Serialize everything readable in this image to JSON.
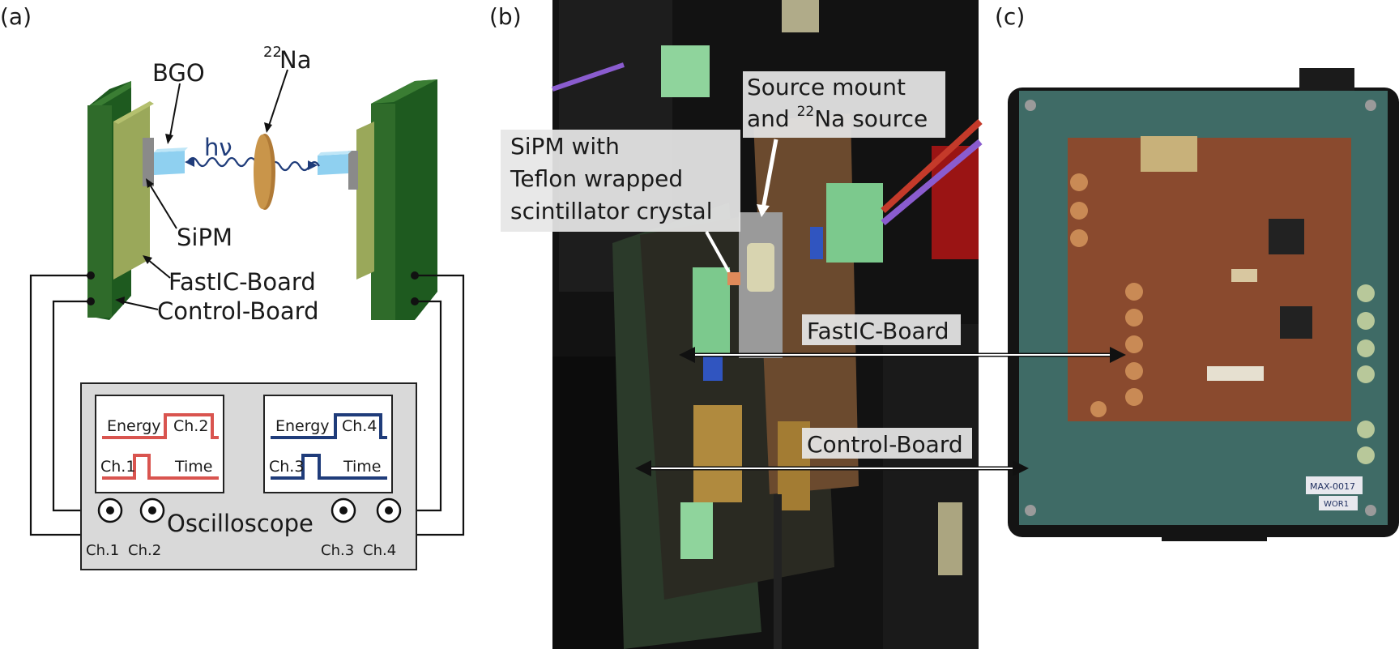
{
  "panels": {
    "a": {
      "tag": "(a)",
      "labels": {
        "bgo": "BGO",
        "isotope_sup": "22",
        "isotope": "Na",
        "photon": "hν",
        "sipm": "SiPM",
        "fastic": "FastIC-Board",
        "control": "Control-Board"
      },
      "oscilloscope": {
        "title": "Oscilloscope",
        "left_screen": {
          "energy": "Energy",
          "energy_ch": "Ch.2",
          "time_ch": "Ch.1",
          "time": "Time"
        },
        "right_screen": {
          "energy": "Energy",
          "energy_ch": "Ch.4",
          "time_ch": "Ch.3",
          "time": "Time"
        },
        "channels": [
          "Ch.1",
          "Ch.2",
          "Ch.3",
          "Ch.4"
        ]
      }
    },
    "b": {
      "tag": "(b)",
      "callouts": {
        "source_line1": "Source mount",
        "source_line2_pre": "and ",
        "source_sup": "22",
        "source_line2_post": "Na source",
        "sipm_line1": "SiPM with",
        "sipm_line2": "Teflon wrapped",
        "sipm_line3": "scintillator crystal",
        "fastic": "FastIC-Board",
        "control": "Control-Board"
      }
    },
    "c": {
      "tag": "(c)",
      "board_labels": {
        "tag1": "MAX-0017",
        "tag2": "WOR1"
      }
    }
  },
  "colors": {
    "pcb_green": "#2f6b2a",
    "fastic_olive": "#9aa85a",
    "crystal_blue": "#8fd0f0",
    "source_gold": "#c9954a",
    "red_trace": "#d9544f",
    "blue_trace": "#1f3c7a",
    "photon_wave": "#1f3c7a",
    "scope_gray": "#d9d9d9"
  }
}
